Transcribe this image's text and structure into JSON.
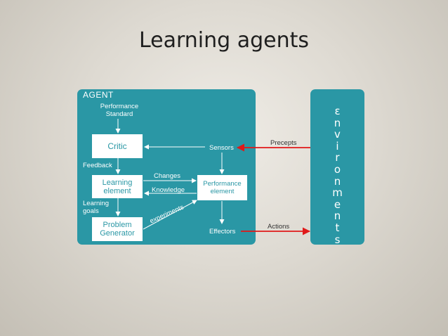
{
  "slide": {
    "title": "Learning agents"
  },
  "agent": {
    "label": "AGENT",
    "performance_standard": [
      "Performance",
      "Standard"
    ],
    "critic": "Critic",
    "feedback": "Feedback",
    "learning_element": [
      "Learning",
      "element"
    ],
    "learning_goals": [
      "Learning",
      "goals"
    ],
    "problem_generator": [
      "Problem",
      "Generator"
    ],
    "changes": "Changes",
    "knowledge": "Knowledge",
    "experiments": "experiments",
    "performance_element": [
      "Performance",
      "element"
    ],
    "sensors": "Sensors",
    "effectors": "Effectors"
  },
  "environment": {
    "letters": [
      "ɛ",
      "n",
      "v",
      "i",
      "r",
      "o",
      "n",
      "m",
      "e",
      "n",
      "t",
      "s"
    ]
  },
  "connections": {
    "precepts": "Precepts",
    "actions": "Actions"
  },
  "colors": {
    "panel": "#2a97a5",
    "arrow_external": "#e01919",
    "arrow_internal": "#ffffff"
  }
}
